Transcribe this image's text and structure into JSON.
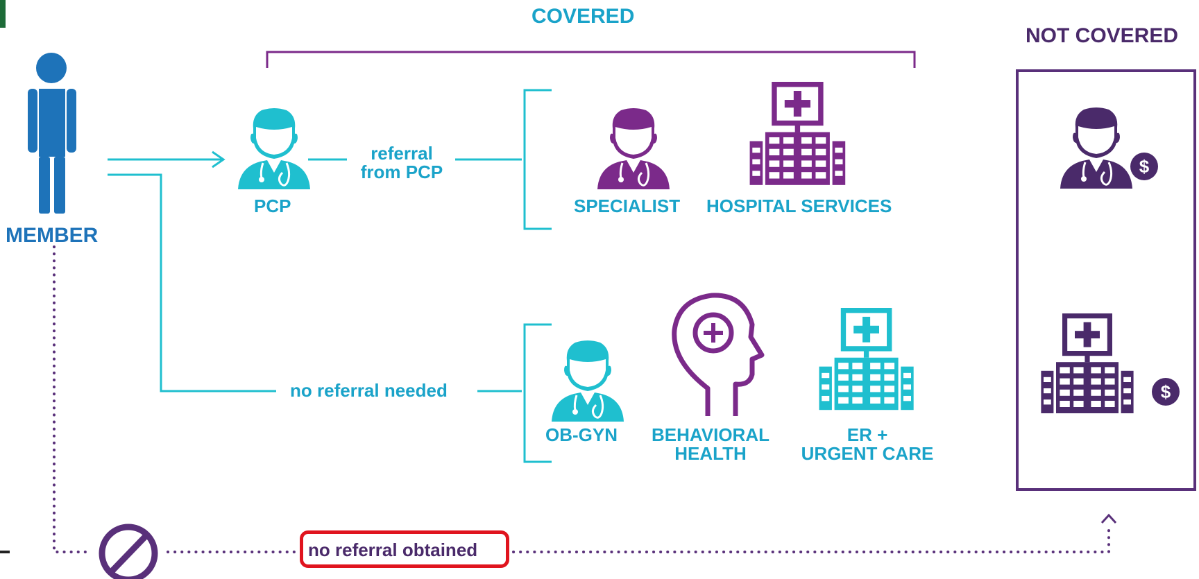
{
  "labels": {
    "covered": "COVERED",
    "not_covered": "NOT COVERED",
    "member": "MEMBER",
    "pcp": "PCP",
    "referral_line1": "referral",
    "referral_line2": "from PCP",
    "specialist": "SPECIALIST",
    "hospital_services": "HOSPITAL SERVICES",
    "no_referral_needed": "no referral needed",
    "ob_gyn": "OB-GYN",
    "behavioral_line1": "BEHAVIORAL",
    "behavioral_line2": "HEALTH",
    "er_line1": "ER +",
    "er_line2": "URGENT CARE",
    "no_referral_obtained": "no referral obtained"
  },
  "icons": [
    "person-icon",
    "doctor-icon",
    "hospital-icon",
    "head-plus-icon",
    "dollar-icon",
    "no-symbol-icon"
  ],
  "colors": {
    "teal": "#1fbfcf",
    "purple": "#7b2a8a",
    "dark_purple": "#4a2a6a",
    "blue": "#1e73b9",
    "highlight": "#e0141e"
  }
}
